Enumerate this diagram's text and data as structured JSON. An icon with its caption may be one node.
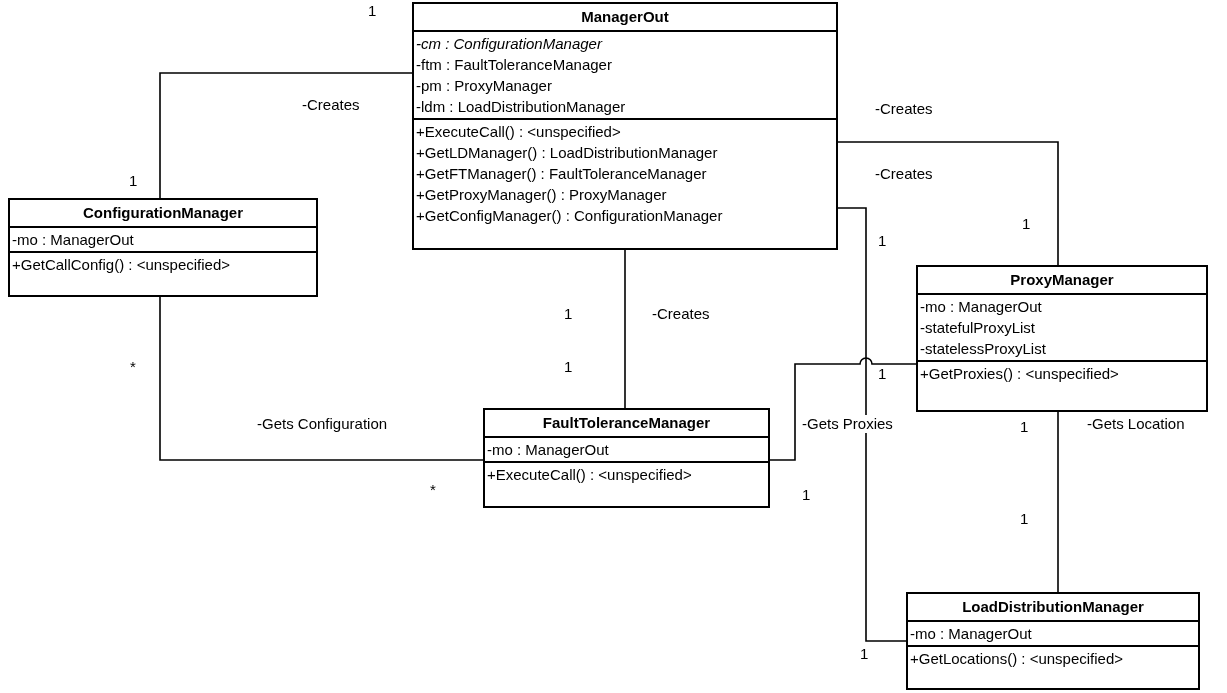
{
  "diagram": {
    "nodes": [
      {
        "text": [
          "ManagerOut",
          "-cm : ConfigurationManager",
          "-ftm : FaultToleranceManager",
          "-pm : ProxyManager",
          "-ldm : LoadDistributionManager",
          "+ExecuteCall() : <unspecified>",
          "+GetLDManager() : LoadDistributionManager",
          "+GetFTManager() : FaultToleranceManager",
          "+GetProxyManager() : ProxyManager",
          "+GetConfigManager() : ConfigurationManager"
        ]
      },
      {
        "text": [
          "ConfigurationManager",
          "-mo : ManagerOut",
          "+GetCallConfig() : <unspecified>"
        ]
      },
      {
        "text": [
          "ProxyManager",
          "-mo : ManagerOut",
          "-statefulProxyList",
          "-statelessProxyList",
          "+GetProxies() : <unspecified>"
        ]
      },
      {
        "text": [
          "FaultToleranceManager",
          "-mo : ManagerOut",
          "+ExecuteCall() : <unspecified>"
        ]
      },
      {
        "text": [
          "LoadDistributionManager",
          "-mo : ManagerOut",
          "+GetLocations() : <unspecified>"
        ]
      }
    ],
    "edges": [
      {
        "from": 0,
        "to": 1,
        "arrow": "none",
        "label": "-Creates"
      },
      {
        "from": 0,
        "to": 2,
        "arrow": "none",
        "label": "-Creates"
      },
      {
        "from": 0,
        "to": 4,
        "arrow": "none",
        "label": "-Creates"
      },
      {
        "from": 0,
        "to": 3,
        "arrow": "none",
        "label": "-Creates"
      },
      {
        "from": 1,
        "to": 3,
        "arrow": "none",
        "label": "-Gets Configuration"
      },
      {
        "from": 3,
        "to": 2,
        "arrow": "none",
        "label": "-Gets Proxies"
      },
      {
        "from": 2,
        "to": 4,
        "arrow": "none",
        "label": "-Gets Location"
      }
    ],
    "labels": [
      "1",
      "1",
      "1",
      "1",
      "1",
      "1",
      "*",
      "1",
      "1",
      "*",
      "1",
      "1",
      "1"
    ]
  }
}
